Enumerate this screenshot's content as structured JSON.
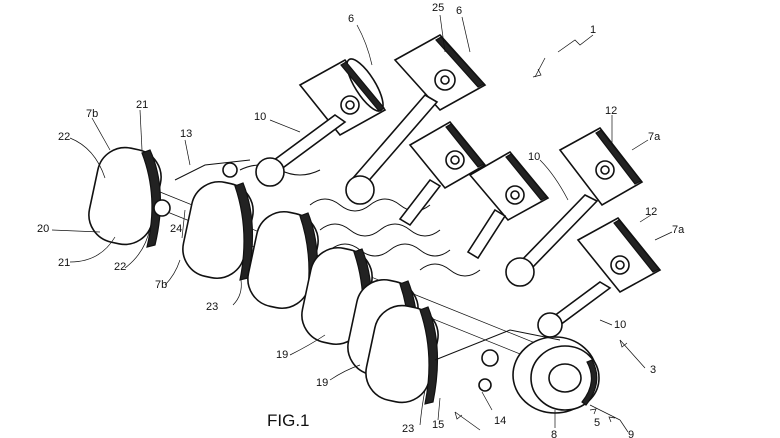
{
  "figure": {
    "caption": "FIG.1",
    "labels": [
      {
        "id": "l1",
        "text": "1"
      },
      {
        "id": "l3",
        "text": "3"
      },
      {
        "id": "l5",
        "text": "5"
      },
      {
        "id": "l6a",
        "text": "6"
      },
      {
        "id": "l6b",
        "text": "6"
      },
      {
        "id": "l7a1",
        "text": "7a"
      },
      {
        "id": "l7a2",
        "text": "7a"
      },
      {
        "id": "l7b1",
        "text": "7b"
      },
      {
        "id": "l7b2",
        "text": "7b"
      },
      {
        "id": "l8",
        "text": "8"
      },
      {
        "id": "l9",
        "text": "9"
      },
      {
        "id": "l10a",
        "text": "10"
      },
      {
        "id": "l10b",
        "text": "10"
      },
      {
        "id": "l10c",
        "text": "10"
      },
      {
        "id": "l12a",
        "text": "12"
      },
      {
        "id": "l12b",
        "text": "12"
      },
      {
        "id": "l13",
        "text": "13"
      },
      {
        "id": "l14",
        "text": "14"
      },
      {
        "id": "l15",
        "text": "15"
      },
      {
        "id": "l19a",
        "text": "19"
      },
      {
        "id": "l19b",
        "text": "19"
      },
      {
        "id": "l20",
        "text": "20"
      },
      {
        "id": "l21a",
        "text": "21"
      },
      {
        "id": "l21b",
        "text": "21"
      },
      {
        "id": "l22a",
        "text": "22"
      },
      {
        "id": "l22b",
        "text": "22"
      },
      {
        "id": "l23a",
        "text": "23"
      },
      {
        "id": "l23b",
        "text": "23"
      },
      {
        "id": "l24",
        "text": "24"
      },
      {
        "id": "l25",
        "text": "25"
      }
    ]
  }
}
